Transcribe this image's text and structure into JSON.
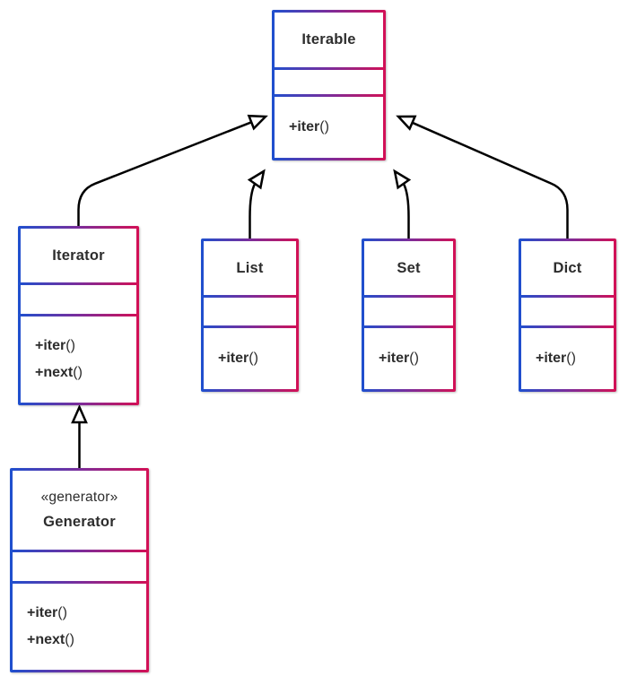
{
  "diagram": {
    "type": "uml-class-diagram",
    "classes": {
      "iterable": {
        "name": "Iterable",
        "methods": [
          {
            "name": "+iter",
            "parens": "()"
          }
        ]
      },
      "iterator": {
        "name": "Iterator",
        "methods": [
          {
            "name": "+iter",
            "parens": "()"
          },
          {
            "name": "+next",
            "parens": "()"
          }
        ]
      },
      "list": {
        "name": "List",
        "methods": [
          {
            "name": "+iter",
            "parens": "()"
          }
        ]
      },
      "set": {
        "name": "Set",
        "methods": [
          {
            "name": "+iter",
            "parens": "()"
          }
        ]
      },
      "dict": {
        "name": "Dict",
        "methods": [
          {
            "name": "+iter",
            "parens": "()"
          }
        ]
      },
      "generator": {
        "stereotype": "«generator»",
        "name": "Generator",
        "methods": [
          {
            "name": "+iter",
            "parens": "()"
          },
          {
            "name": "+next",
            "parens": "()"
          }
        ]
      }
    },
    "relationships": [
      {
        "from": "Iterator",
        "to": "Iterable",
        "type": "inheritance"
      },
      {
        "from": "List",
        "to": "Iterable",
        "type": "inheritance"
      },
      {
        "from": "Set",
        "to": "Iterable",
        "type": "inheritance"
      },
      {
        "from": "Dict",
        "to": "Iterable",
        "type": "inheritance"
      },
      {
        "from": "Generator",
        "to": "Iterator",
        "type": "inheritance"
      }
    ],
    "colors": {
      "border_gradient_start": "#1e50cf",
      "border_gradient_end": "#d31055",
      "arrow": "#000000",
      "text": "#2d2d2d",
      "background": "#ffffff"
    }
  }
}
